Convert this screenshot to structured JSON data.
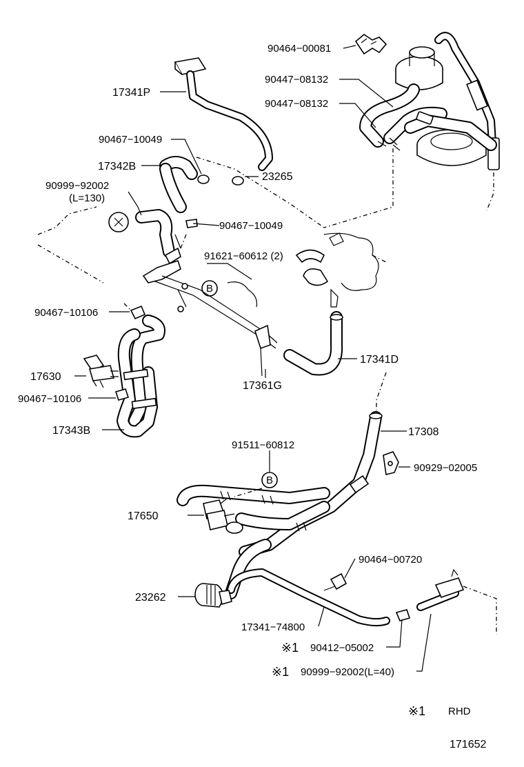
{
  "labels": {
    "p_90464_00081": "90464−00081",
    "p_90447_08132_a": "90447−08132",
    "p_90447_08132_b": "90447−08132",
    "p_17341P": "17341P",
    "p_90467_10049_a": "90467−10049",
    "p_17342B": "17342B",
    "p_23265": "23265",
    "p_90999_92002": "90999−92002",
    "p_L130": "(L=130)",
    "p_90467_10049_b": "90467−10049",
    "p_91621_60612": "91621−60612 (2)",
    "p_90467_10106_a": "90467−10106",
    "p_17341D": "17341D",
    "p_17630": "17630",
    "p_17361G": "17361G",
    "p_90467_10106_b": "90467−10106",
    "p_17343B": "17343B",
    "p_17308": "17308",
    "p_91511_60812": "91511−60812",
    "p_90929_02005": "90929−02005",
    "p_17650": "17650",
    "p_90464_00720": "90464−00720",
    "p_23262": "23262",
    "p_17341_74800": "17341−74800",
    "p_90412_05002": "90412−05002",
    "p_90999_92002_L40": "90999−92002(L=40)",
    "mark_1a": "※1",
    "mark_1b": "※1",
    "mark_1c": "※1",
    "legend_text": "RHD",
    "ref_B1": "B",
    "ref_B2": "B",
    "diagram_number": "171652"
  },
  "icons": [
    "hose-clamp-icon",
    "vsv-valve-icon",
    "canister-icon",
    "connector-icon"
  ]
}
